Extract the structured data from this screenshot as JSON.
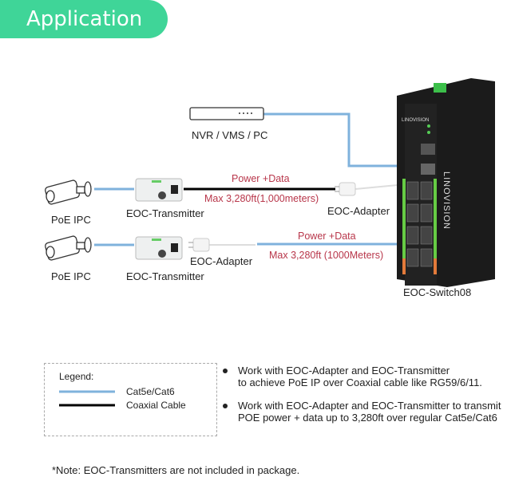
{
  "header": {
    "title": "Application"
  },
  "devices": {
    "nvr": "NVR / VMS / PC",
    "camera1": "PoE IPC",
    "camera2": "PoE IPC",
    "transmitter1": "EOC-Transmitter",
    "transmitter2": "EOC-Transmitter",
    "adapter1": "EOC-Adapter",
    "adapter2": "EOC-Adapter",
    "switch": "EOC-Switch08",
    "switch_brand": "LINOVISION"
  },
  "links": {
    "row1_top": "Power +Data",
    "row1_bottom": "Max 3,280ft(1,000meters)",
    "row2_top": "Power +Data",
    "row2_bottom": "Max 3,280ft (1000Meters)"
  },
  "legend": {
    "title": "Legend:",
    "items": [
      {
        "label": "Cat5e/Cat6",
        "color": "#7fb2dc"
      },
      {
        "label": "Coaxial Cable",
        "color": "#000000"
      }
    ]
  },
  "bullets": [
    {
      "line1": "Work with EOC-Adapter and EOC-Transmitter",
      "line2": "to achieve PoE IP over Coaxial cable like RG59/6/11."
    },
    {
      "line1": "Work with EOC-Adapter and EOC-Transmitter to transmit",
      "line2": "POE power + data up to 3,280ft over regular Cat5e/Cat6"
    }
  ],
  "note": "*Note: EOC-Transmitters are not included in package.",
  "colors": {
    "accent": "#3fd598",
    "cat_cable": "#7fb2dc",
    "coax": "#000000",
    "label_red": "#b8364a"
  }
}
